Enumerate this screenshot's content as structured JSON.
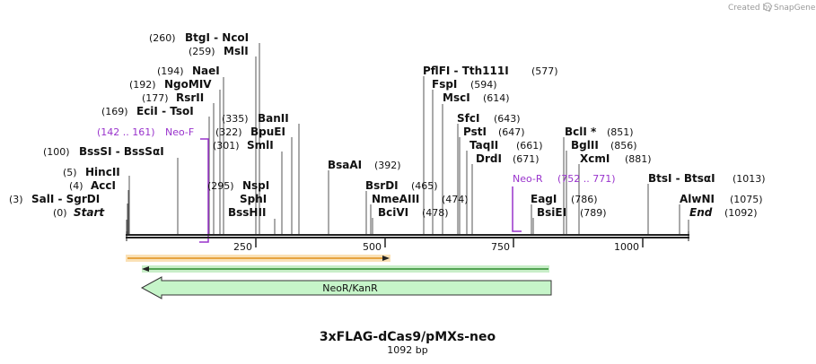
{
  "credit": {
    "text": "Created by",
    "brand": "SnapGene",
    "brand_color": "#888888"
  },
  "map": {
    "title": "3xFLAG-dCas9/pMXs-neo",
    "length_label": "1092 bp",
    "ticks": [
      "250",
      "500",
      "750",
      "1000"
    ]
  },
  "sites": [
    {
      "pos": "(0)",
      "name": "Start",
      "italic": true
    },
    {
      "pos": "(3)",
      "name": "SalI  -  SgrDI"
    },
    {
      "pos": "(4)",
      "name": "AccI"
    },
    {
      "pos": "(5)",
      "name": "HincII"
    },
    {
      "pos": "(100)",
      "name": "BssSI  -  BssSαI"
    },
    {
      "pos": "(169)",
      "name": "EciI  -  TsoI"
    },
    {
      "pos": "(177)",
      "name": "RsrII"
    },
    {
      "pos": "(192)",
      "name": "NgoMIV"
    },
    {
      "pos": "(194)",
      "name": "NaeI"
    },
    {
      "pos": "(259)",
      "name": "MslI"
    },
    {
      "pos": "(260)",
      "name": "BtgI  -  NcoI"
    },
    {
      "pos": "(295)",
      "name": "NspI"
    },
    {
      "pos": "",
      "name": "SphI"
    },
    {
      "pos": "",
      "name": "BssHII"
    },
    {
      "pos": "(301)",
      "name": "SmlI"
    },
    {
      "pos": "(322)",
      "name": "BpuEI"
    },
    {
      "pos": "(335)",
      "name": "BanII"
    },
    {
      "pos": "(392)",
      "name": "BsaAI"
    },
    {
      "pos": "(465)",
      "name": "BsrDI"
    },
    {
      "pos": "(474)",
      "name": "NmeAIII"
    },
    {
      "pos": "(478)",
      "name": "BciVI"
    },
    {
      "pos": "(577)",
      "name": "PflFI  -  Tth111I"
    },
    {
      "pos": "(594)",
      "name": "FspI"
    },
    {
      "pos": "(614)",
      "name": "MscI"
    },
    {
      "pos": "(643)",
      "name": "SfcI"
    },
    {
      "pos": "(647)",
      "name": "PstI"
    },
    {
      "pos": "(661)",
      "name": "TaqII"
    },
    {
      "pos": "(671)",
      "name": "DrdI"
    },
    {
      "pos": "(786)",
      "name": "EagI"
    },
    {
      "pos": "(789)",
      "name": "BsiEI"
    },
    {
      "pos": "(851)",
      "name": "BclI *"
    },
    {
      "pos": "(856)",
      "name": "BglII"
    },
    {
      "pos": "(881)",
      "name": "XcmI"
    },
    {
      "pos": "(1013)",
      "name": "BtsI  -  BtsαI"
    },
    {
      "pos": "(1075)",
      "name": "AlwNI"
    },
    {
      "pos": "(1092)",
      "name": "End",
      "italic": true
    }
  ],
  "primers": [
    {
      "range": "(142 .. 161)",
      "name": "Neo-F"
    },
    {
      "range": "(752 .. 771)",
      "name": "Neo-R"
    }
  ],
  "features": [
    {
      "label": "NeoR/KanR",
      "color": "#c6f5c9"
    }
  ],
  "colors": {
    "backbone": "#222222",
    "orange_track": "#f0a830",
    "green_track": "#2e8b2e",
    "primer": "#9933cc"
  }
}
